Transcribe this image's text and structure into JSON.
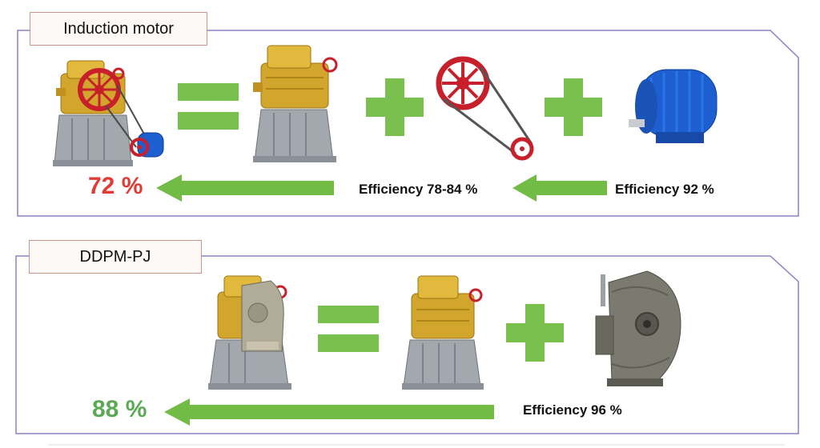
{
  "colors": {
    "frame": "#8a83c6",
    "tab_border": "#c9948a",
    "symbol_green": "#7ac04e",
    "arrow_green": "#72bb44",
    "red_value": "#e23a34",
    "green_value": "#5aaa55",
    "gearbox_gold": "#d2a62c",
    "steel_grey": "#a3a7ae",
    "motor_blue": "#1d5fd0",
    "pulley_red": "#c8202b",
    "pm_motor_grey": "#7b7a70"
  },
  "induction": {
    "title": "Induction motor",
    "total_value": "72 %",
    "gear_pulley_efficiency": "Efficiency 78-84 %",
    "motor_efficiency": "Efficiency 92 %"
  },
  "ddpm": {
    "title": "DDPM-PJ",
    "total_value": "88 %",
    "motor_efficiency": "Efficiency 96 %"
  }
}
